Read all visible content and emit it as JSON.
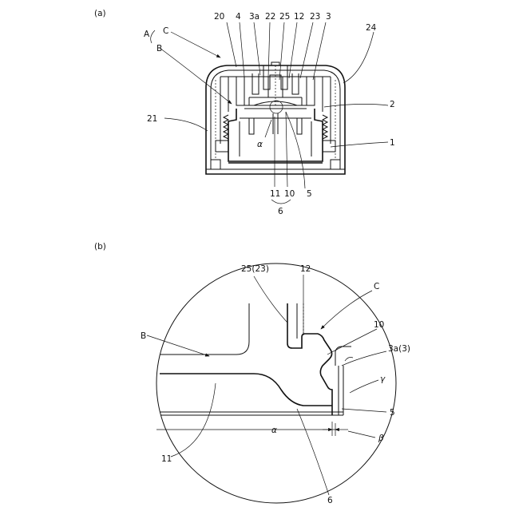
{
  "panels": {
    "a": {
      "label": "(a)",
      "refs": {
        "r20": "20",
        "r4": "4",
        "r3a": "3a",
        "r22": "22",
        "r25": "25",
        "r12": "12",
        "r23": "23",
        "r3": "3",
        "r24": "24",
        "rA": "A",
        "rC": "C",
        "rB": "B",
        "r21": "21",
        "r2": "2",
        "r1": "1",
        "ralpha": "α",
        "r11": "11",
        "r10": "10",
        "r5": "5",
        "r6": "6"
      }
    },
    "b": {
      "label": "(b)",
      "refs": {
        "r25_23": "25(23)",
        "r12": "12",
        "rC": "C",
        "rB": "B",
        "r10": "10",
        "r3a_3": "3a(3)",
        "rgamma": "γ",
        "r5": "5",
        "ralpha": "α",
        "rbeta": "β",
        "r11": "11",
        "r6": "6"
      }
    }
  }
}
